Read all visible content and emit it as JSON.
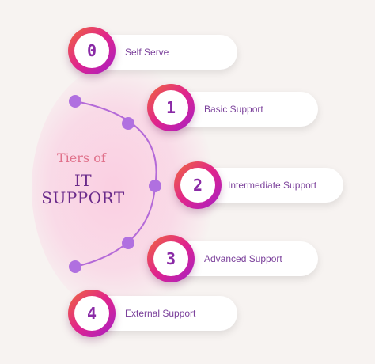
{
  "title": {
    "line1": "Tiers of",
    "line2": "IT",
    "line3": "SUPPORT"
  },
  "tiers": [
    {
      "number": "0",
      "label": "Self Serve"
    },
    {
      "number": "1",
      "label": "Basic Support"
    },
    {
      "number": "2",
      "label": "Intermediate Support"
    },
    {
      "number": "3",
      "label": "Advanced Support"
    },
    {
      "number": "4",
      "label": "External Support"
    }
  ],
  "colors": {
    "background": "#f7f3f1",
    "arc_line": "#b46ad8",
    "node_fill": "#b070e0",
    "badge_gradient": [
      "#f06a3a",
      "#e0248c",
      "#a41fc7"
    ],
    "label_text": "#7a3f9a",
    "title_accent": "#e0708a",
    "title_main": "#6a2a8a"
  }
}
